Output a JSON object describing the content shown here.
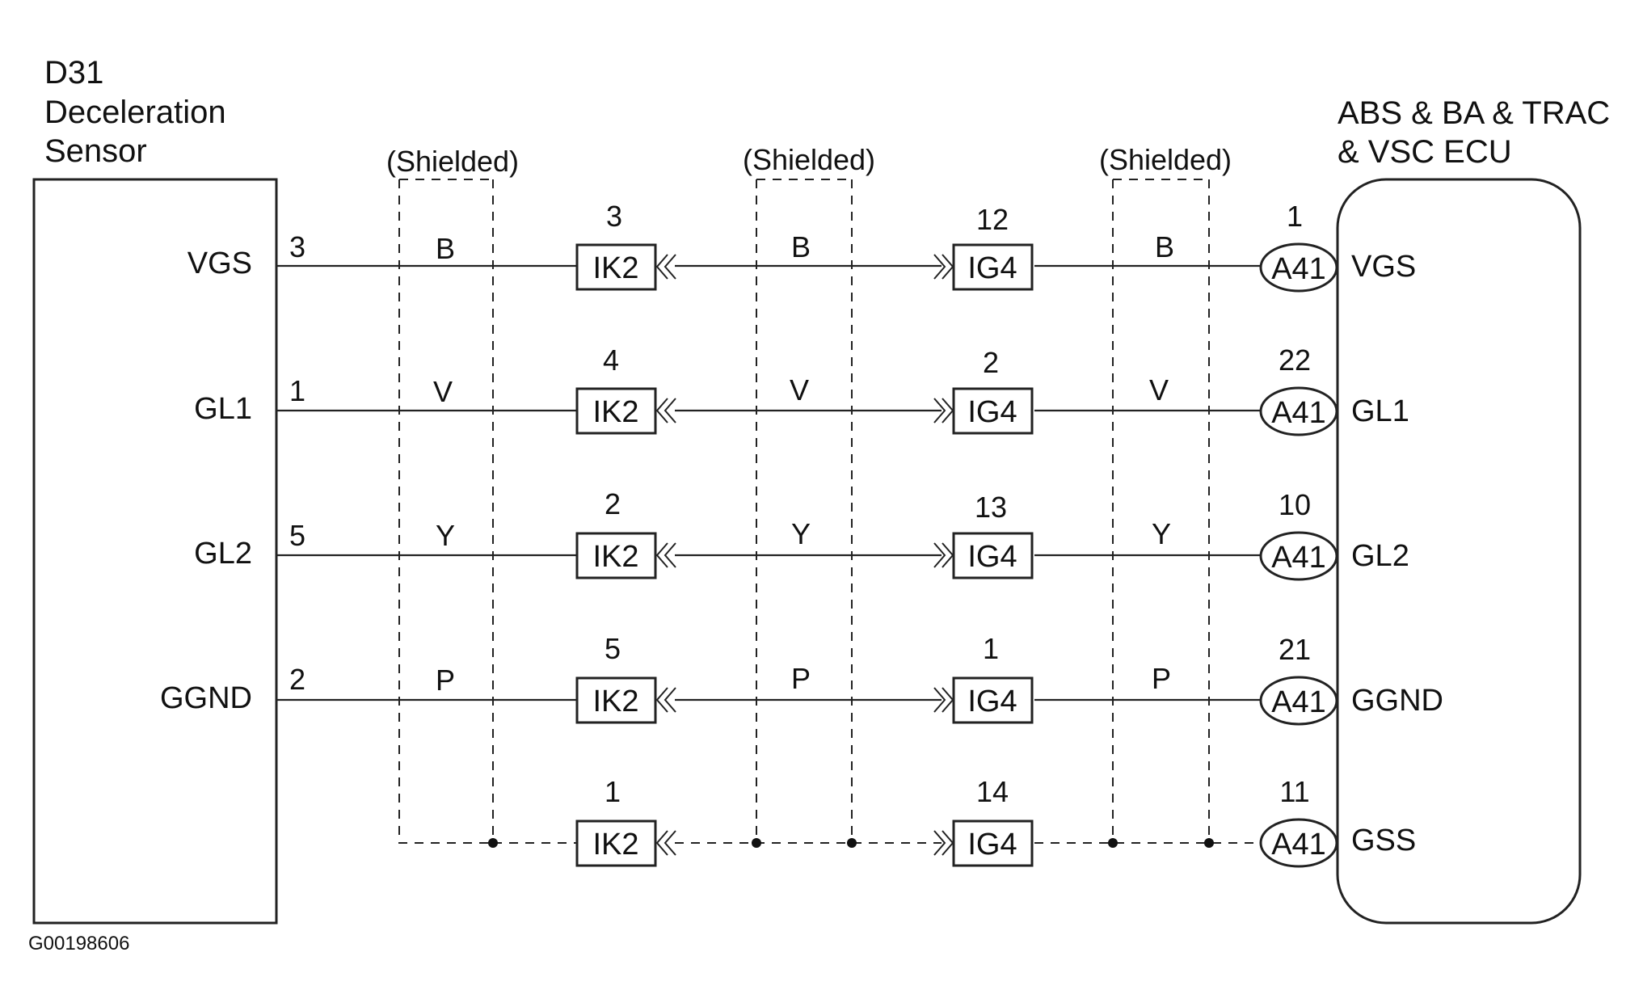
{
  "sensor": {
    "title_lines": [
      "D31",
      "Deceleration",
      "Sensor"
    ],
    "pins": [
      {
        "signal": "VGS",
        "pin": "3"
      },
      {
        "signal": "GL1",
        "pin": "1"
      },
      {
        "signal": "GL2",
        "pin": "5"
      },
      {
        "signal": "GGND",
        "pin": "2"
      }
    ]
  },
  "ecu": {
    "title_lines": [
      "ABS & BA & TRAC",
      "& VSC ECU"
    ],
    "connector": "A41",
    "pins": [
      {
        "signal": "VGS",
        "pin": "1"
      },
      {
        "signal": "GL1",
        "pin": "22"
      },
      {
        "signal": "GL2",
        "pin": "10"
      },
      {
        "signal": "GGND",
        "pin": "21"
      },
      {
        "signal": "GSS",
        "pin": "11"
      }
    ]
  },
  "shield_label": "(Shielded)",
  "connectors": {
    "ik2": {
      "name": "IK2",
      "pins": [
        "3",
        "4",
        "2",
        "5",
        "1"
      ]
    },
    "ig4": {
      "name": "IG4",
      "pins": [
        "12",
        "2",
        "13",
        "1",
        "14"
      ]
    }
  },
  "wire_colors": [
    "B",
    "V",
    "Y",
    "P"
  ],
  "figure_code": "G00198606"
}
